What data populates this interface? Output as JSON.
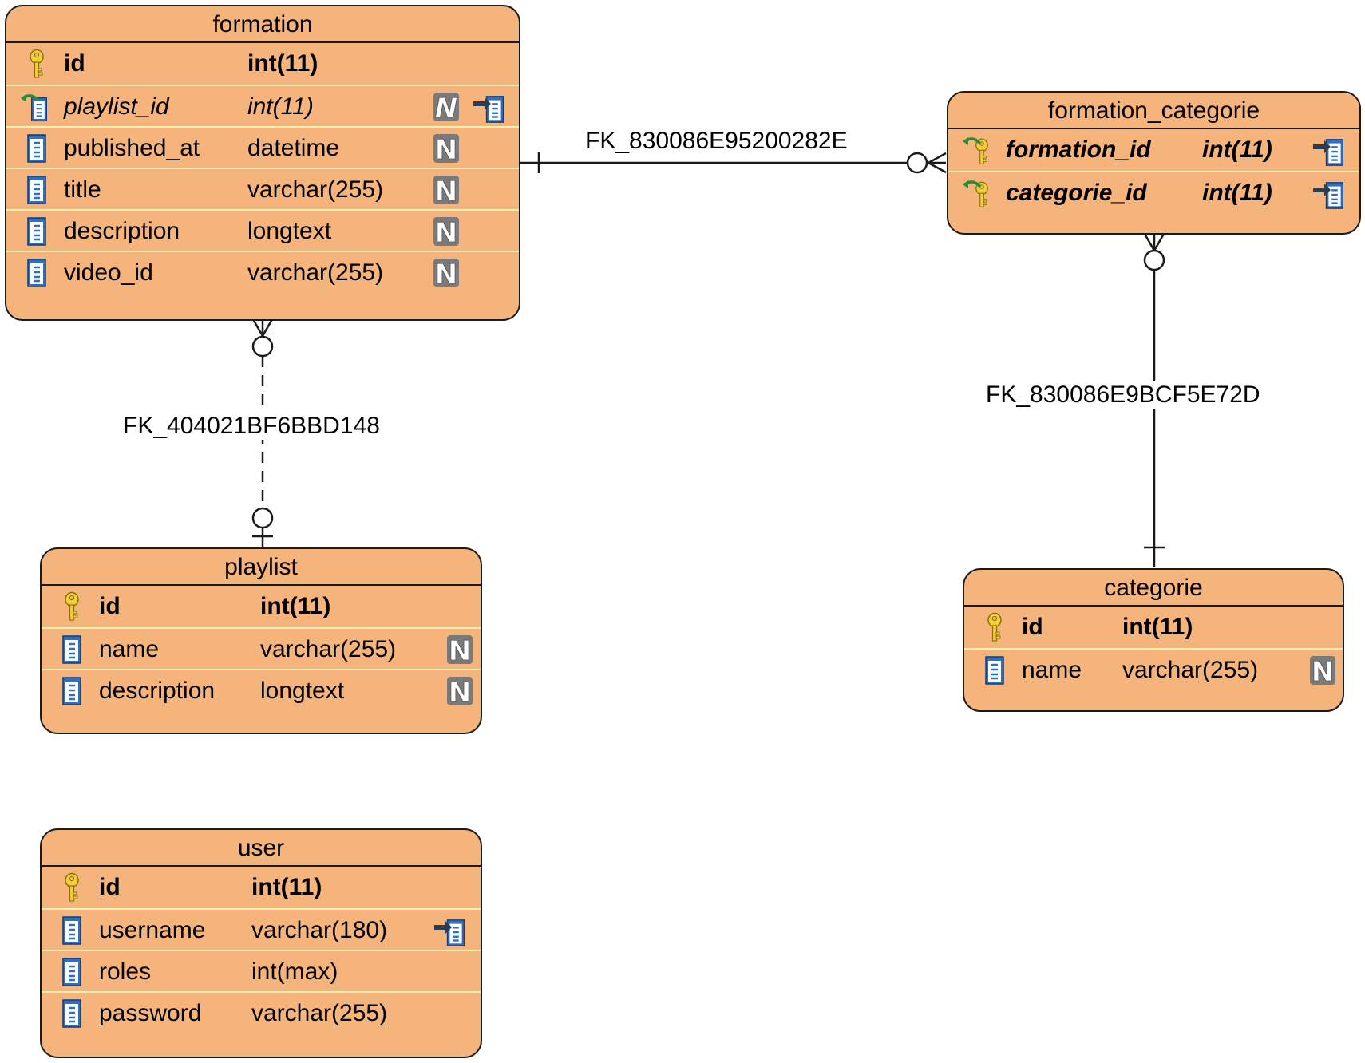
{
  "colors": {
    "entity_fill": "#f5b47c",
    "row_divider": "#fff0b4",
    "line": "#1a1a1a"
  },
  "icon_legend": {
    "pk": "key-icon",
    "column": "column-icon",
    "fk": "foreign-key-icon",
    "fk_pk": "foreign-key-primary-icon",
    "nullable": "nullable-n-icon",
    "unique": "unique-index-icon"
  },
  "entities": {
    "formation": {
      "name": "formation",
      "rows": [
        {
          "name": "id",
          "type": "int(11)"
        },
        {
          "name": "playlist_id",
          "type": "int(11)"
        },
        {
          "name": "published_at",
          "type": "datetime"
        },
        {
          "name": "title",
          "type": "varchar(255)"
        },
        {
          "name": "description",
          "type": "longtext"
        },
        {
          "name": "video_id",
          "type": "varchar(255)"
        }
      ]
    },
    "formation_categorie": {
      "name": "formation_categorie",
      "rows": [
        {
          "name": "formation_id",
          "type": "int(11)"
        },
        {
          "name": "categorie_id",
          "type": "int(11)"
        }
      ]
    },
    "playlist": {
      "name": "playlist",
      "rows": [
        {
          "name": "id",
          "type": "int(11)"
        },
        {
          "name": "name",
          "type": "varchar(255)"
        },
        {
          "name": "description",
          "type": "longtext"
        }
      ]
    },
    "categorie": {
      "name": "categorie",
      "rows": [
        {
          "name": "id",
          "type": "int(11)"
        },
        {
          "name": "name",
          "type": "varchar(255)"
        }
      ]
    },
    "user": {
      "name": "user",
      "rows": [
        {
          "name": "id",
          "type": "int(11)"
        },
        {
          "name": "username",
          "type": "varchar(180)"
        },
        {
          "name": "roles",
          "type": "int(max)"
        },
        {
          "name": "password",
          "type": "varchar(255)"
        }
      ]
    }
  },
  "relationships": [
    {
      "name": "FK_830086E95200282E",
      "from": "formation",
      "to": "formation_categorie",
      "from_cardinality": "one",
      "to_cardinality": "zero-or-many",
      "style": "solid"
    },
    {
      "name": "FK_404021BF6BBD148",
      "from": "formation",
      "to": "playlist",
      "from_cardinality": "zero-or-many",
      "to_cardinality": "zero-or-one",
      "style": "dashed"
    },
    {
      "name": "FK_830086E9BCF5E72D",
      "from": "formation_categorie",
      "to": "categorie",
      "from_cardinality": "zero-or-many",
      "to_cardinality": "one",
      "style": "solid"
    }
  ]
}
